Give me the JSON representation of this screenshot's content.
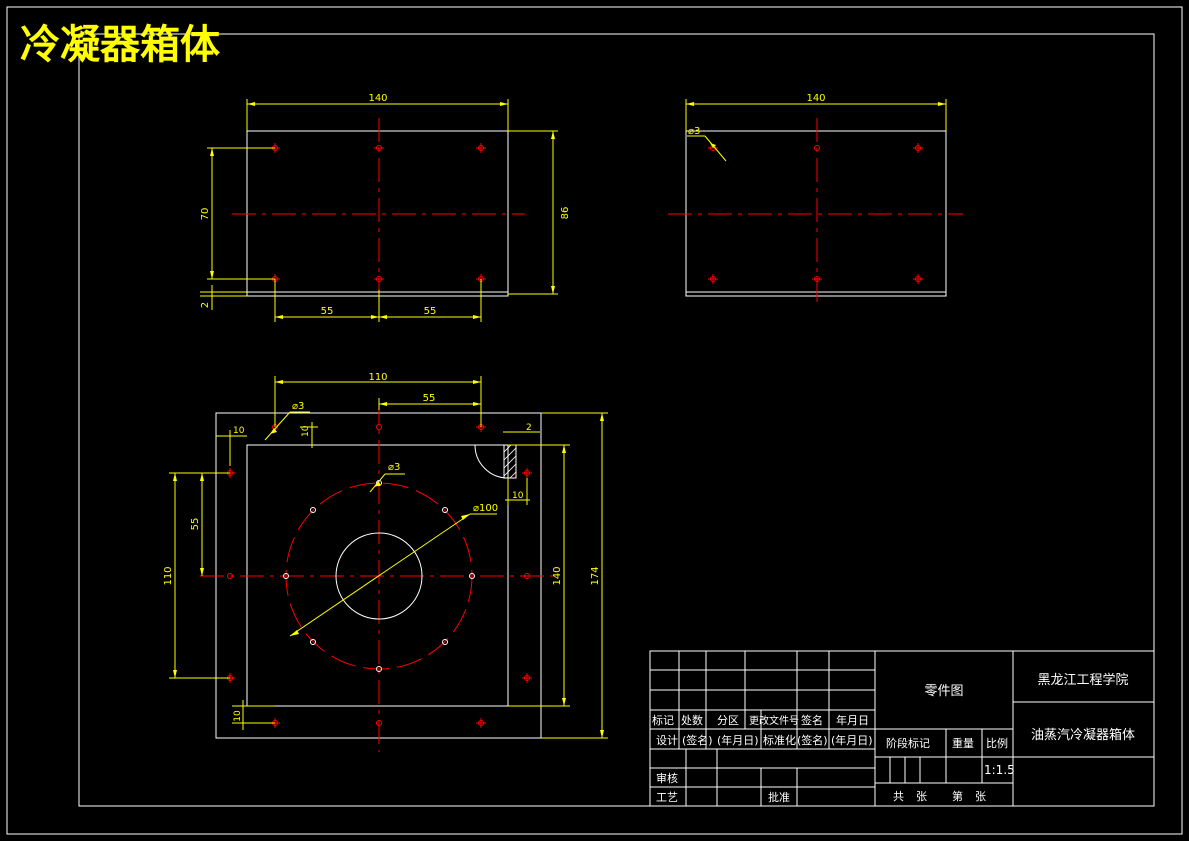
{
  "drawing_title": "冷凝器箱体",
  "colors": {
    "background": "#000000",
    "outline": "#ffffff",
    "center_line": "#ff0000",
    "hole": "#ff0000",
    "dimension": "#ffff00",
    "title": "#ffff00"
  },
  "views": {
    "front": {
      "dim_width": "140",
      "dim_height": "86",
      "dim_hole_spacing_v": "70",
      "dim_bottom_gap": "2",
      "dim_hole_pitch_left": "55",
      "dim_hole_pitch_right": "55"
    },
    "side": {
      "dim_width": "140",
      "dim_hole_dia": "⌀3"
    },
    "top": {
      "dim_hole_span": "110",
      "dim_half_span": "55",
      "dim_hole_dia_corner": "⌀3",
      "dim_edge_left": "10",
      "dim_edge_top": "10",
      "dim_wall": "2",
      "dim_inner_gap": "10",
      "dim_hole_dia_circle": "⌀3",
      "dim_circle_dia": "⌀100",
      "dim_pitch_v": "55",
      "dim_span_v": "110",
      "dim_inner_height": "140",
      "dim_outer_height": "174",
      "dim_bottom_edge": "10"
    }
  },
  "title_block": {
    "headers": {
      "mark": "标记",
      "count": "处数",
      "zone": "分区",
      "change_doc": "更改文件号",
      "signature": "签名",
      "date": "年月日"
    },
    "design_row": {
      "design": "设计",
      "sign1": "(签名)",
      "date1": "(年月日)",
      "standardize": "标准化",
      "sign2": "(签名)",
      "date2": "(年月日)"
    },
    "review": "审核",
    "process": "工艺",
    "approve": "批准",
    "drawing_type": "零件图",
    "stage_mark": "阶段标记",
    "weight": "重量",
    "scale_label": "比例",
    "scale_value": "1:1.5",
    "sheets_total": "共",
    "sheets_unit": "张",
    "sheet_num": "第",
    "sheet_num_unit": "张",
    "institution": "黑龙江工程学院",
    "part_name": "油蒸汽冷凝器箱体"
  }
}
